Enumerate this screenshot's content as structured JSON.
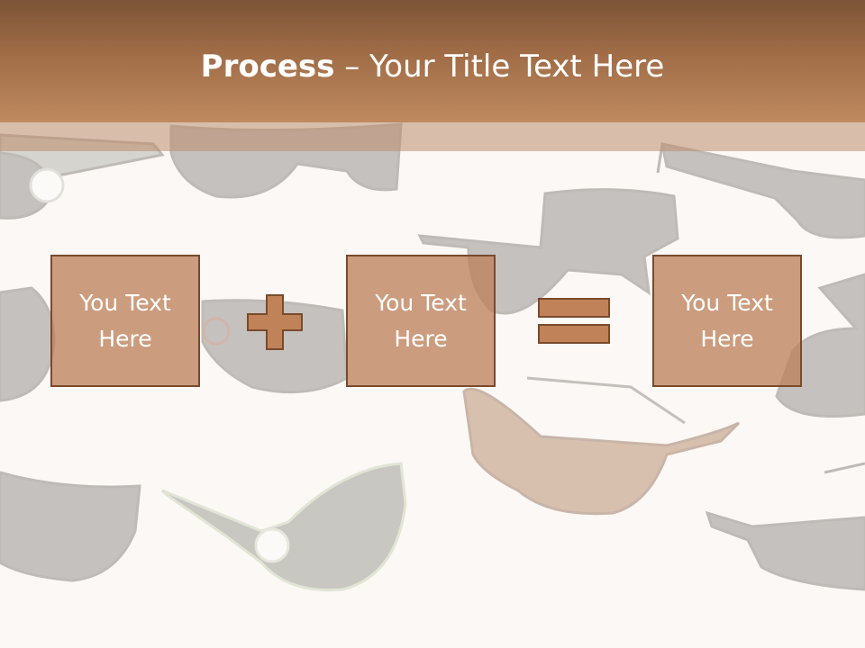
{
  "title": {
    "bold": "Process",
    "dash": " – ",
    "rest": "Your Title Text Here"
  },
  "boxes": [
    {
      "line1": "You Text",
      "line2": "Here"
    },
    {
      "line1": "You Text",
      "line2": "Here"
    },
    {
      "line1": "You Text",
      "line2": "Here"
    }
  ],
  "icons": {
    "plus": "plus-icon",
    "equals": "equals-icon",
    "background": "sunglasses-icon"
  },
  "colors": {
    "header_dark": "#7c5437",
    "header_light": "#bf8a5f",
    "box_fill": "#be825c",
    "box_border": "#7a4a2c",
    "operator": "#c08258",
    "background": "#fbf8f5"
  }
}
